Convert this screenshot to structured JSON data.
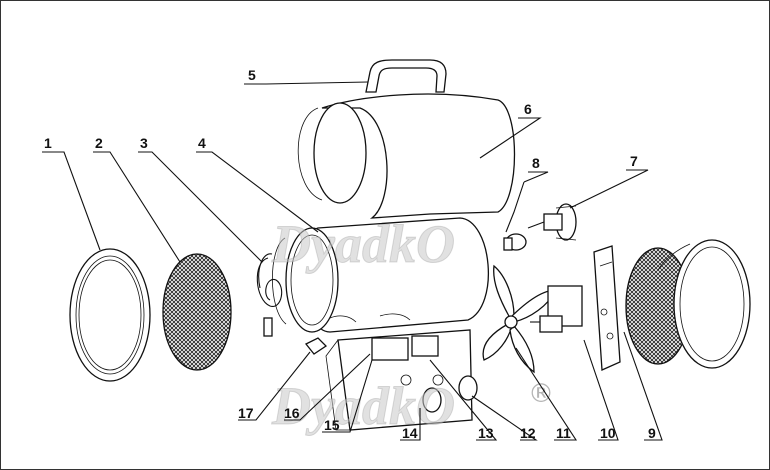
{
  "callouts": [
    "1",
    "2",
    "3",
    "4",
    "5",
    "6",
    "7",
    "8",
    "9",
    "10",
    "11",
    "12",
    "13",
    "14",
    "15",
    "16",
    "17"
  ],
  "watermark": {
    "text": "DyadkO",
    "mark": "®"
  }
}
